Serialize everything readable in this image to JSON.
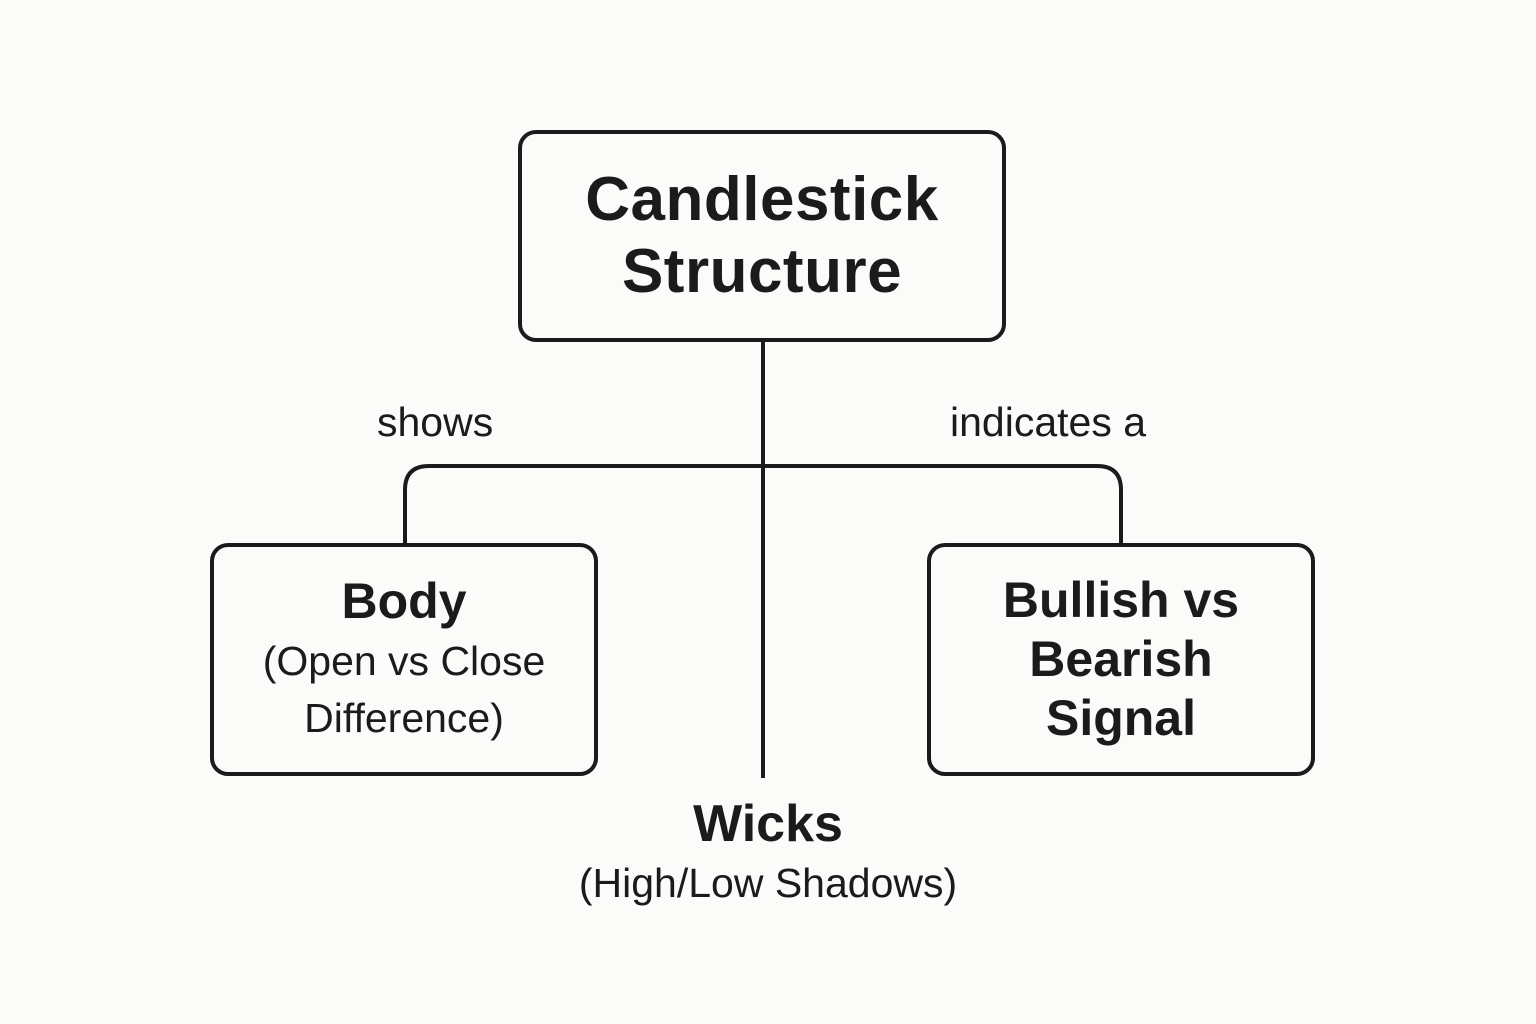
{
  "diagram": {
    "root": {
      "title_line1": "Candlestick",
      "title_line2": "Structure"
    },
    "edges": {
      "left_label": "shows",
      "right_label": "indicates a"
    },
    "body": {
      "title": "Body",
      "sub_line1": "(Open vs Close",
      "sub_line2": "Difference)"
    },
    "signal": {
      "title_line1": "Bullish vs",
      "title_line2": "Bearish",
      "title_line3": "Signal"
    },
    "wicks": {
      "title": "Wicks",
      "sub": "(High/Low Shadows)"
    }
  },
  "colors": {
    "background": "#fbfbf9",
    "ink": "#1b1b1b"
  }
}
